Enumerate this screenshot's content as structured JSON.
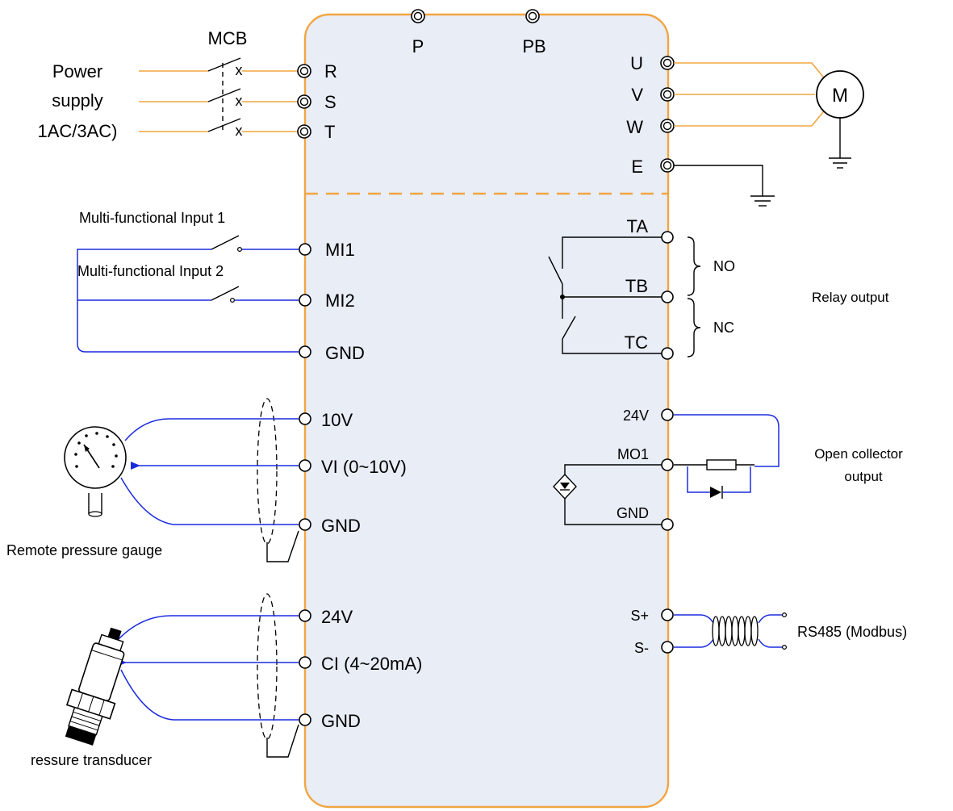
{
  "power_section": {
    "mcb_label": "MCB",
    "supply_label": [
      "Power",
      "supply",
      "1AC/3AC)"
    ],
    "top_terminals": [
      "P",
      "PB"
    ],
    "input_terminals": [
      "R",
      "S",
      "T"
    ],
    "output_terminals": [
      "U",
      "V",
      "W",
      "E"
    ],
    "motor_label": "M"
  },
  "digital_inputs": {
    "input1_label": "Multi-functional Input 1",
    "input2_label": "Multi-functional Input 2",
    "terminals": [
      "MI1",
      "MI2",
      "GND"
    ]
  },
  "relay": {
    "terminals": [
      "TA",
      "TB",
      "TC"
    ],
    "no_label": "NO",
    "nc_label": "NC",
    "title": "Relay output"
  },
  "analog_voltage": {
    "terminals": [
      "10V",
      "VI (0~10V)",
      "GND"
    ],
    "device_label": "Remote pressure gauge"
  },
  "open_collector": {
    "terminals": [
      "24V",
      "MO1",
      "GND"
    ],
    "title": [
      "Open collector",
      "output"
    ]
  },
  "analog_current": {
    "terminals": [
      "24V",
      "CI (4~20mA)",
      "GND"
    ],
    "device_label": "ressure  transducer"
  },
  "comms": {
    "terminals": [
      "S+",
      "S-"
    ],
    "title": "RS485 (Modbus)"
  },
  "colors": {
    "panel_fill": "#e8edf6",
    "panel_border": "#f2a541",
    "power_wire": "#f2a541",
    "signal_wire": "#1b2be0",
    "divider": "#f2a541"
  }
}
